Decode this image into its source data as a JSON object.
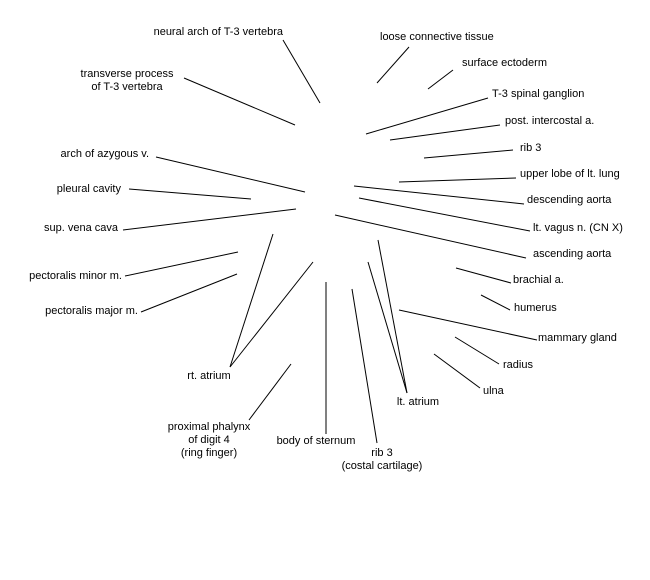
{
  "diagram": {
    "labels": {
      "neural_arch": "neural arch of T-3 vertebra",
      "loose_ct": "loose connective tissue",
      "surface_ecto": "surface ectoderm",
      "transverse_l1": "transverse process",
      "transverse_l2": "of T-3  vertebra",
      "spinal_ganglion": "T-3 spinal ganglion",
      "intercostal": "post. intercostal a.",
      "rib3": "rib 3",
      "upper_lobe": "upper lobe of lt. lung",
      "arch_azygous": "arch of azygous v.",
      "descending_aorta": "descending aorta",
      "pleural_cavity": "pleural cavity",
      "vagus": "lt. vagus n. (CN X)",
      "svc": "sup. vena cava",
      "ascending_aorta": "ascending aorta",
      "pect_minor": "pectoralis minor m.",
      "brachial": "brachial a.",
      "humerus": "humerus",
      "pect_major": "pectoralis major m.",
      "mammary": "mammary gland",
      "radius": "radius",
      "rt_atrium": "rt. atrium",
      "ulna": "ulna",
      "lt_atrium": "lt. atrium",
      "phalynx_l1": "proximal phalynx",
      "phalynx_l2": "of digit 4",
      "phalynx_l3": "(ring finger)",
      "sternum": "body of sternum",
      "rib3cc_l1": "rib 3",
      "rib3cc_l2": "(costal cartilage)"
    }
  }
}
